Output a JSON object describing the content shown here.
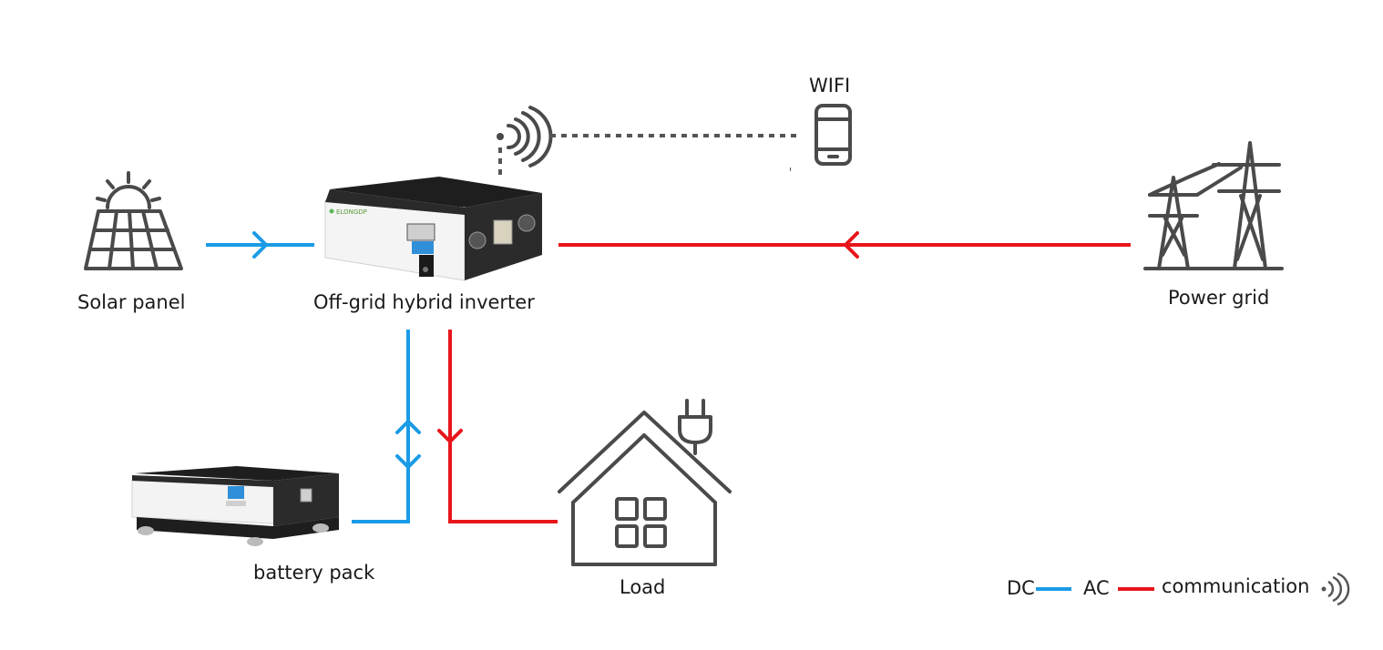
{
  "nodes": {
    "solar_panel": "Solar panel",
    "inverter": "Off-grid hybrid inverter",
    "power_grid": "Power grid",
    "wifi": "WIFI",
    "battery_pack": "battery pack",
    "load": "Load"
  },
  "inverter_brand": "ELONGDP",
  "legend": {
    "dc": "DC",
    "ac": "AC",
    "communication": "communication"
  },
  "colors": {
    "dc": "#1a9be6",
    "ac": "#e8151b",
    "icon": "#4a4a4a"
  }
}
